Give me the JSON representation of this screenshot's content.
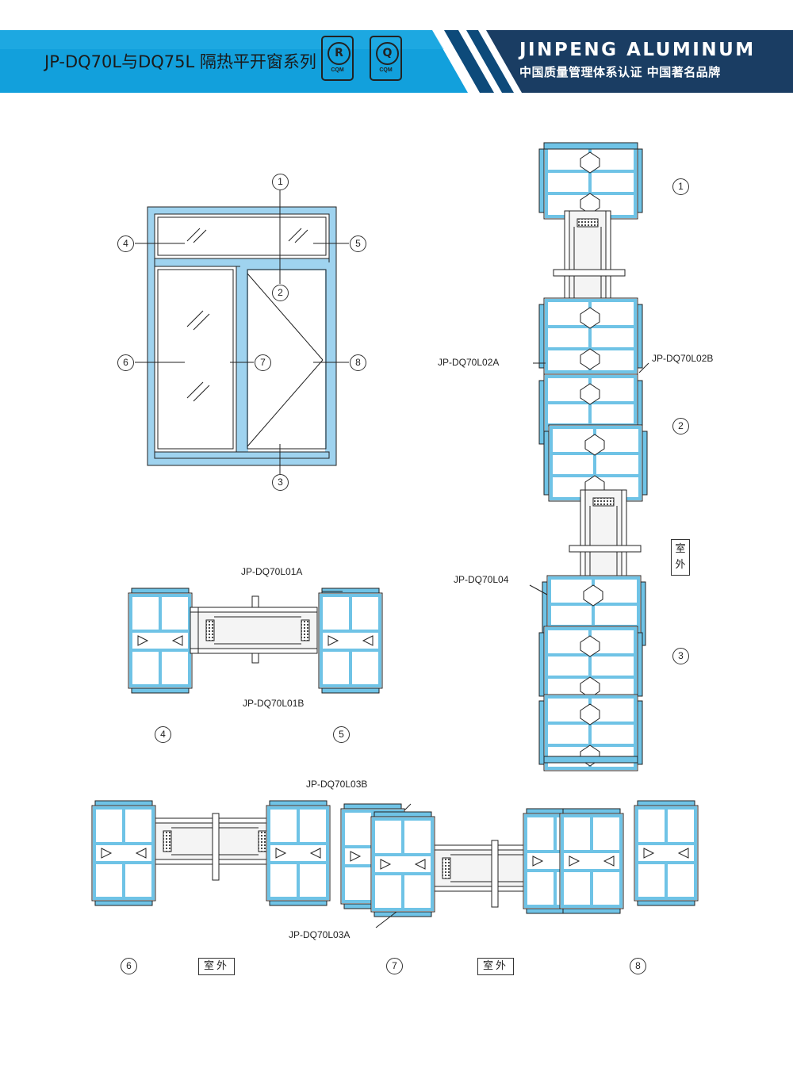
{
  "header": {
    "title": "JP-DQ70L与DQ75L 隔热平开窗系列",
    "brand": "JINPENG ALUMINUM",
    "slogan": "中国质量管理体系认证 中国著名品牌",
    "cert_r": {
      "letter": "R",
      "text": "CQM"
    },
    "cert_q": {
      "letter": "Q",
      "text": "CQM"
    },
    "colors": {
      "blue": "#12a0dc",
      "navy": "#0d4a7a",
      "dark": "#1a3d63"
    }
  },
  "elevation": {
    "numbers": [
      "1",
      "2",
      "3",
      "4",
      "5",
      "6",
      "7",
      "8"
    ],
    "frame_color": "#9fd3ef"
  },
  "profile_labels": {
    "l01a": "JP-DQ70L01A",
    "l01b": "JP-DQ70L01B",
    "l02a": "JP-DQ70L02A",
    "l02b": "JP-DQ70L02B",
    "l03a": "JP-DQ70L03A",
    "l03b": "JP-DQ70L03B",
    "l04": "JP-DQ70L04"
  },
  "section_numbers": {
    "v1": "1",
    "v2": "2",
    "v3": "3",
    "h4": "4",
    "h5": "5",
    "b6": "6",
    "b7": "7",
    "b8": "8"
  },
  "outdoor_label": "室外",
  "outdoor_vertical": [
    "室",
    "外"
  ],
  "profile_color": "#6fc3e6"
}
